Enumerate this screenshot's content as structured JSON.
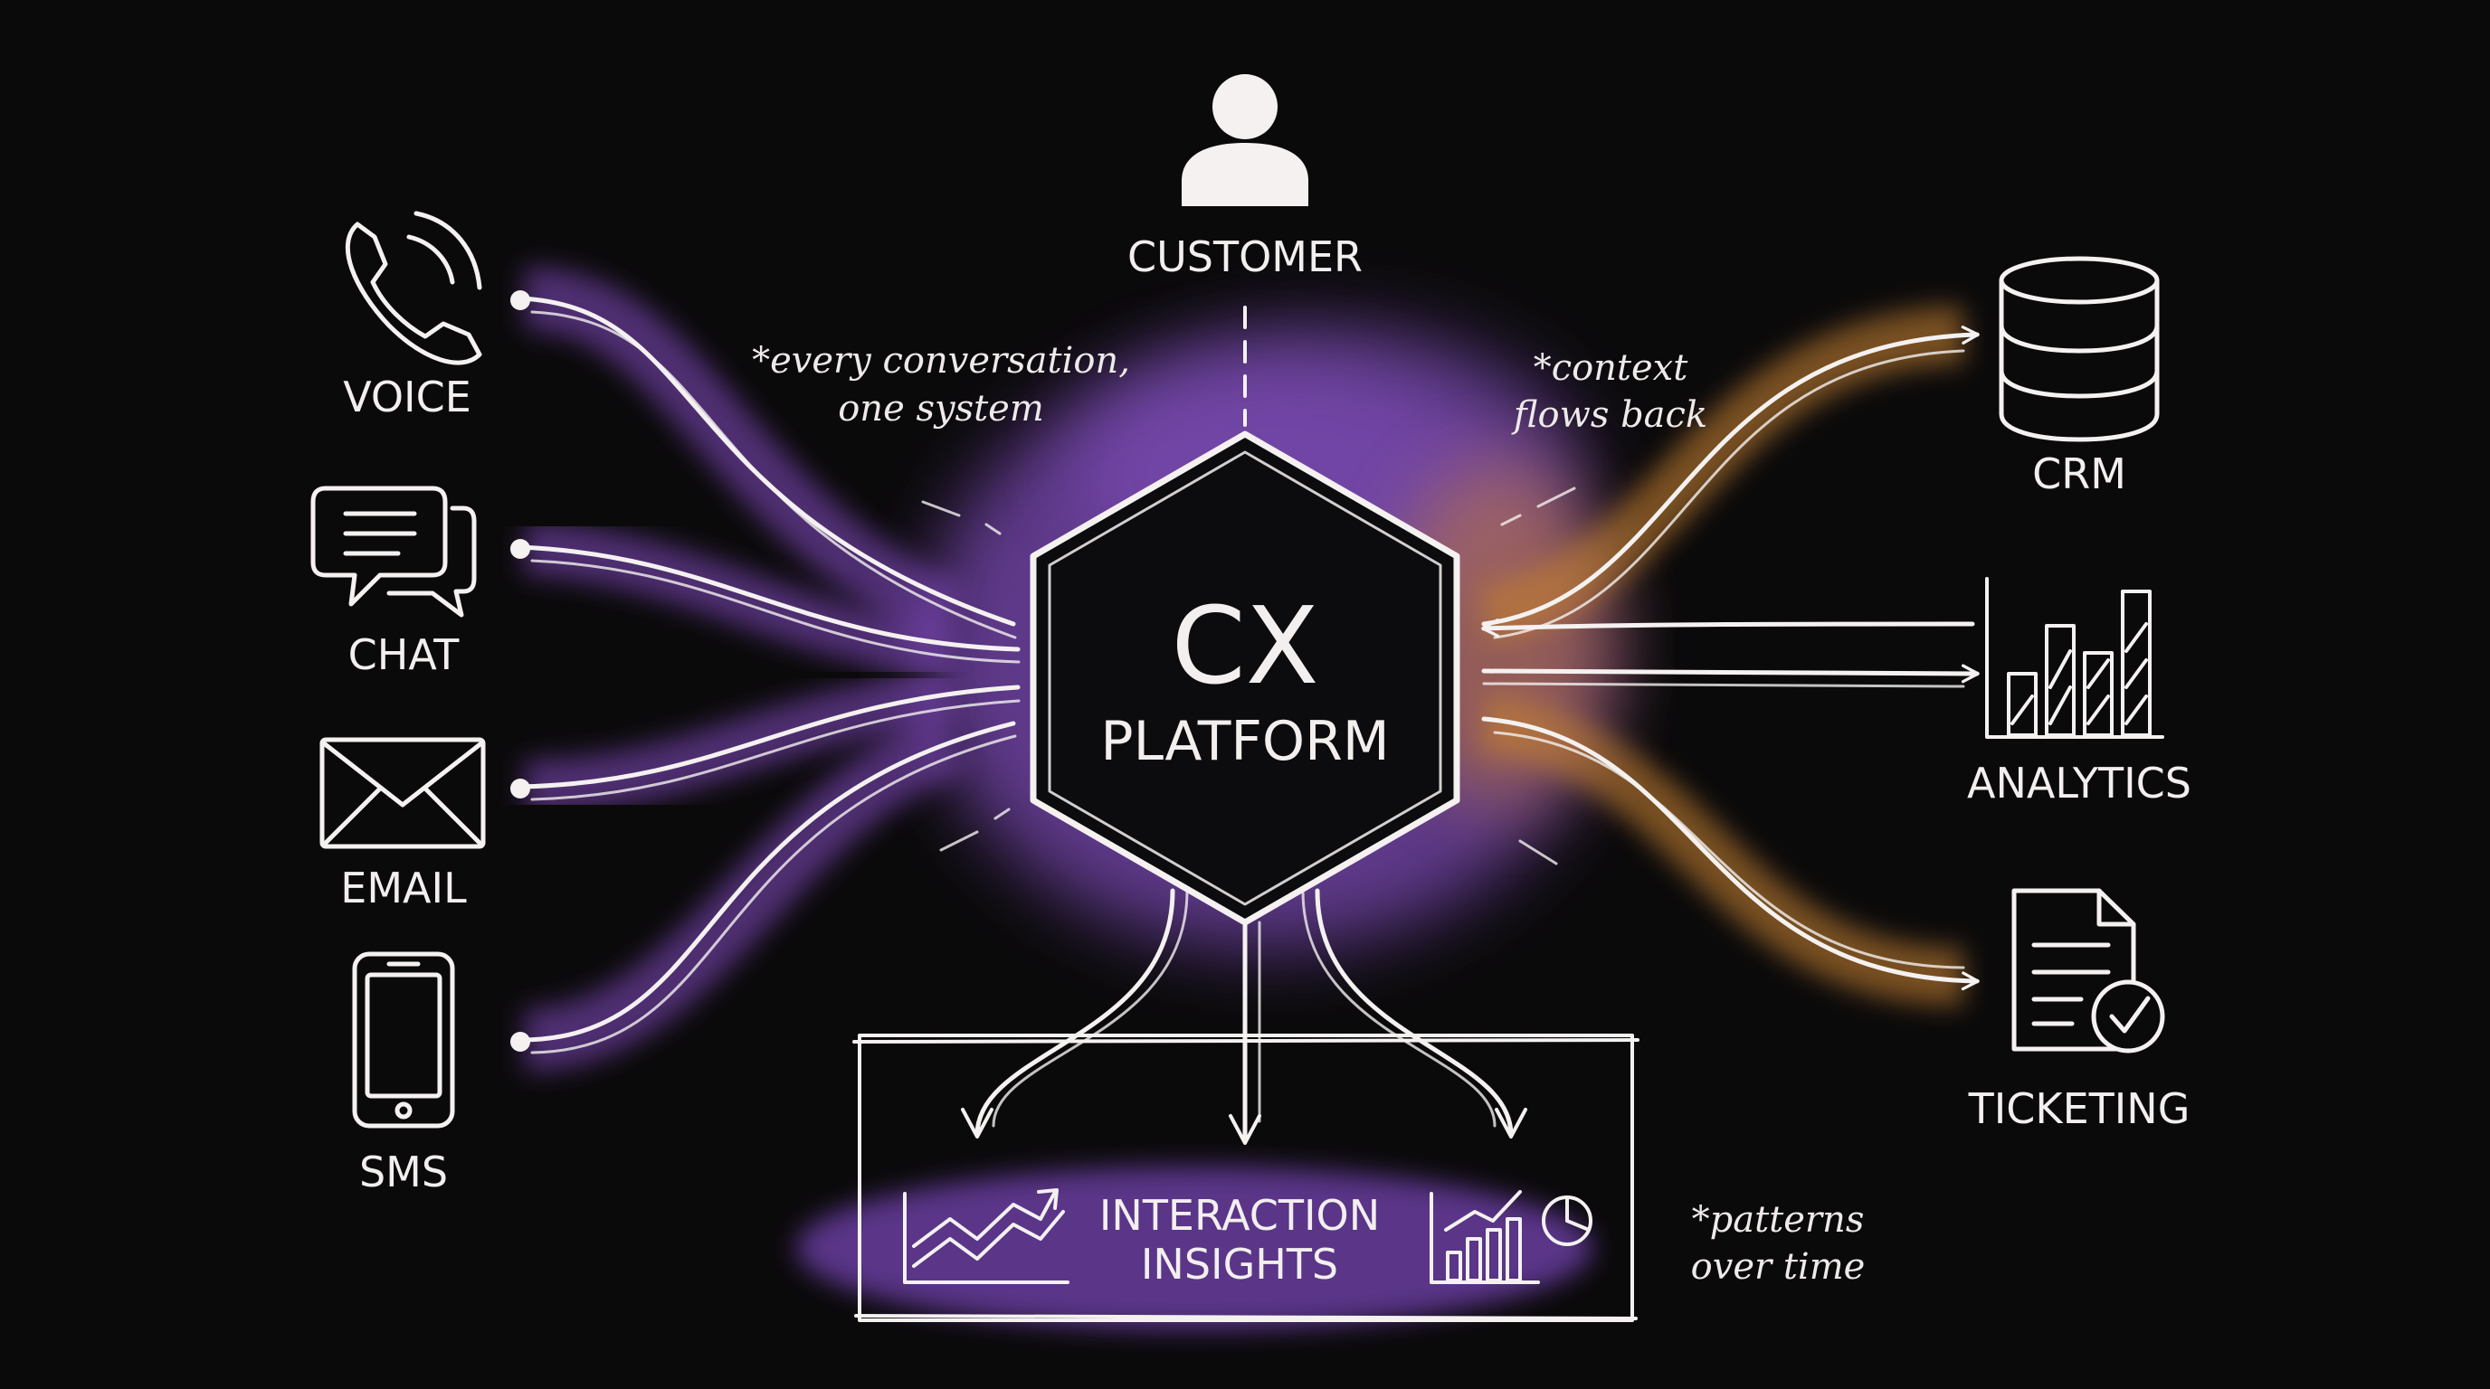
{
  "colors": {
    "background": "#0b0a0b",
    "inbound_accent": "#8a55c9",
    "outbound_accent": "#c7822f",
    "chalk": "#f4f1f0"
  },
  "center": {
    "line1": "CX",
    "line2": "PLATFORM",
    "icon": "hexagon"
  },
  "customer": {
    "label": "CUSTOMER",
    "icon": "person-icon"
  },
  "channels": [
    {
      "label": "VOICE",
      "icon": "phone-icon"
    },
    {
      "label": "CHAT",
      "icon": "chat-bubbles-icon"
    },
    {
      "label": "EMAIL",
      "icon": "envelope-icon"
    },
    {
      "label": "SMS",
      "icon": "smartphone-icon"
    }
  ],
  "systems": [
    {
      "label": "CRM",
      "icon": "database-icon"
    },
    {
      "label": "ANALYTICS",
      "icon": "bar-chart-icon"
    },
    {
      "label": "TICKETING",
      "icon": "document-check-icon"
    }
  ],
  "insights": {
    "line1": "INTERACTION",
    "line2": "INSIGHTS",
    "icons": [
      "trend-up-icon",
      "chart-pie-icon"
    ]
  },
  "notes": {
    "every_conversation": {
      "line1": "*every conversation,",
      "line2": "one system"
    },
    "context": {
      "line1": "*context",
      "line2": "flows back"
    },
    "patterns": {
      "line1": "*patterns",
      "line2": "over time"
    }
  }
}
